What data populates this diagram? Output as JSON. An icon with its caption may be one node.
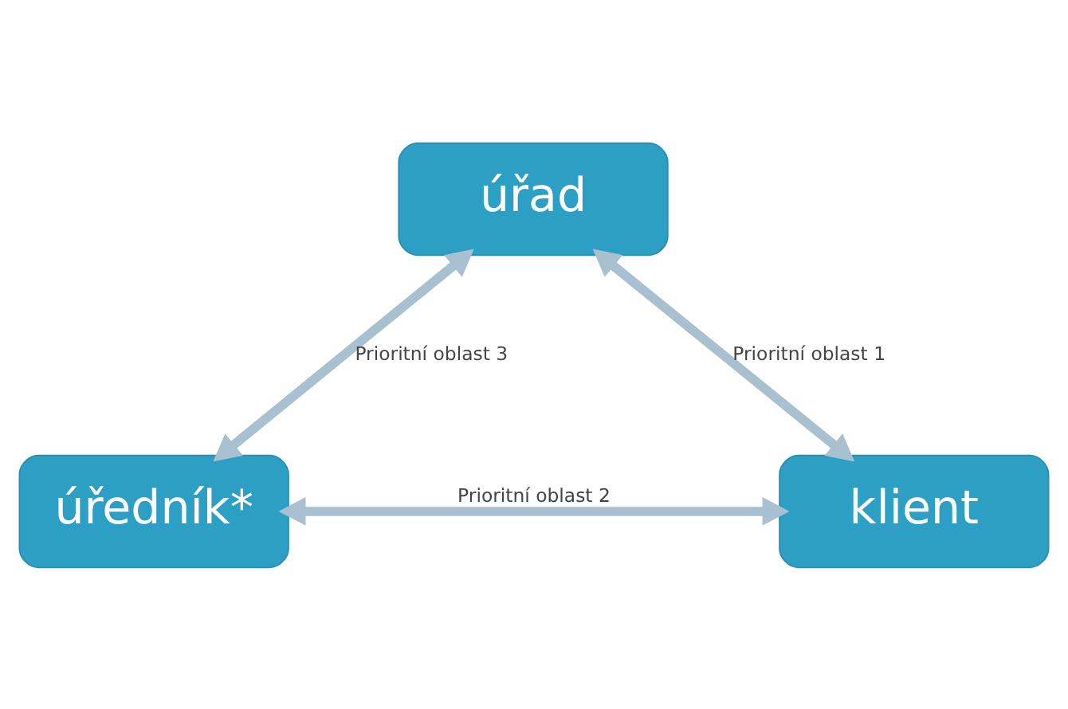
{
  "diagram": {
    "nodes": [
      {
        "text": [
          "úřad"
        ]
      },
      {
        "text": [
          "úředník*"
        ]
      },
      {
        "text": [
          "klient"
        ]
      }
    ],
    "edges": [
      {
        "from": 0,
        "to": 2,
        "arrow": "both",
        "label": "Prioritní oblast 1"
      },
      {
        "from": 1,
        "to": 2,
        "arrow": "both",
        "label": "Prioritní oblast 2"
      },
      {
        "from": 0,
        "to": 1,
        "arrow": "both",
        "label": "Prioritní oblast 3"
      }
    ]
  }
}
